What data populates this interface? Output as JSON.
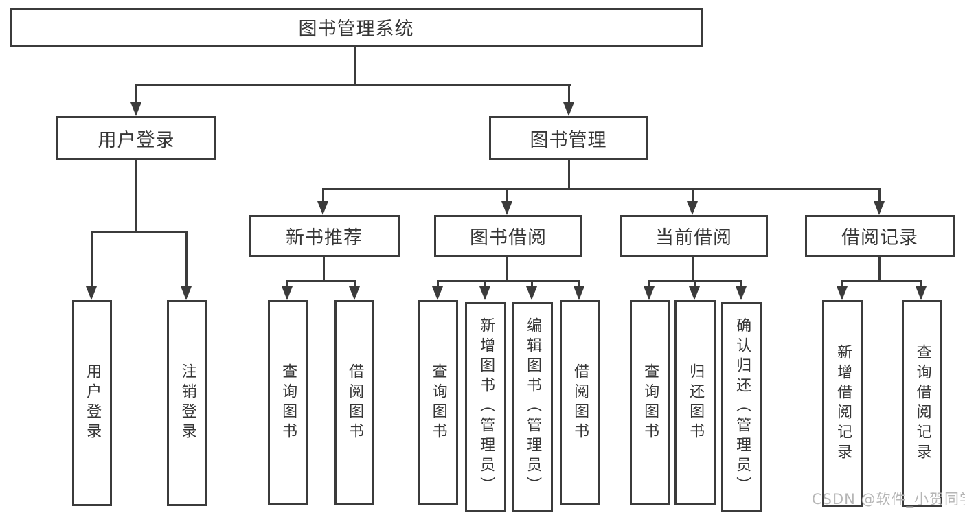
{
  "diagram": {
    "root": {
      "label": "图书管理系统"
    },
    "level2": {
      "user_login": {
        "label": "用户登录"
      },
      "book_management": {
        "label": "图书管理"
      }
    },
    "level3": {
      "new_book_recommend": {
        "label": "新书推荐"
      },
      "book_borrow": {
        "label": "图书借阅"
      },
      "current_borrow": {
        "label": "当前借阅"
      },
      "borrow_records": {
        "label": "借阅记录"
      }
    },
    "leaves": {
      "user_login": [
        {
          "label": "用户登录"
        },
        {
          "label": "注销登录"
        }
      ],
      "new_book_recommend": [
        {
          "label": "查询图书"
        },
        {
          "label": "借阅图书"
        }
      ],
      "book_borrow": [
        {
          "label": "查询图书"
        },
        {
          "label": "新增图书（管理员）"
        },
        {
          "label": "编辑图书（管理员）"
        },
        {
          "label": "借阅图书"
        }
      ],
      "current_borrow": [
        {
          "label": "查询图书"
        },
        {
          "label": "归还图书"
        },
        {
          "label": "确认归还（管理员）"
        }
      ],
      "borrow_records": [
        {
          "label": "新增借阅记录"
        },
        {
          "label": "查询借阅记录"
        }
      ]
    }
  },
  "watermark": {
    "text": "CSDN @软件_小贺同学"
  },
  "colors": {
    "line": "#3b3b3b",
    "text": "#363636",
    "background": "#ffffff",
    "watermark": "#b6b6b6"
  }
}
